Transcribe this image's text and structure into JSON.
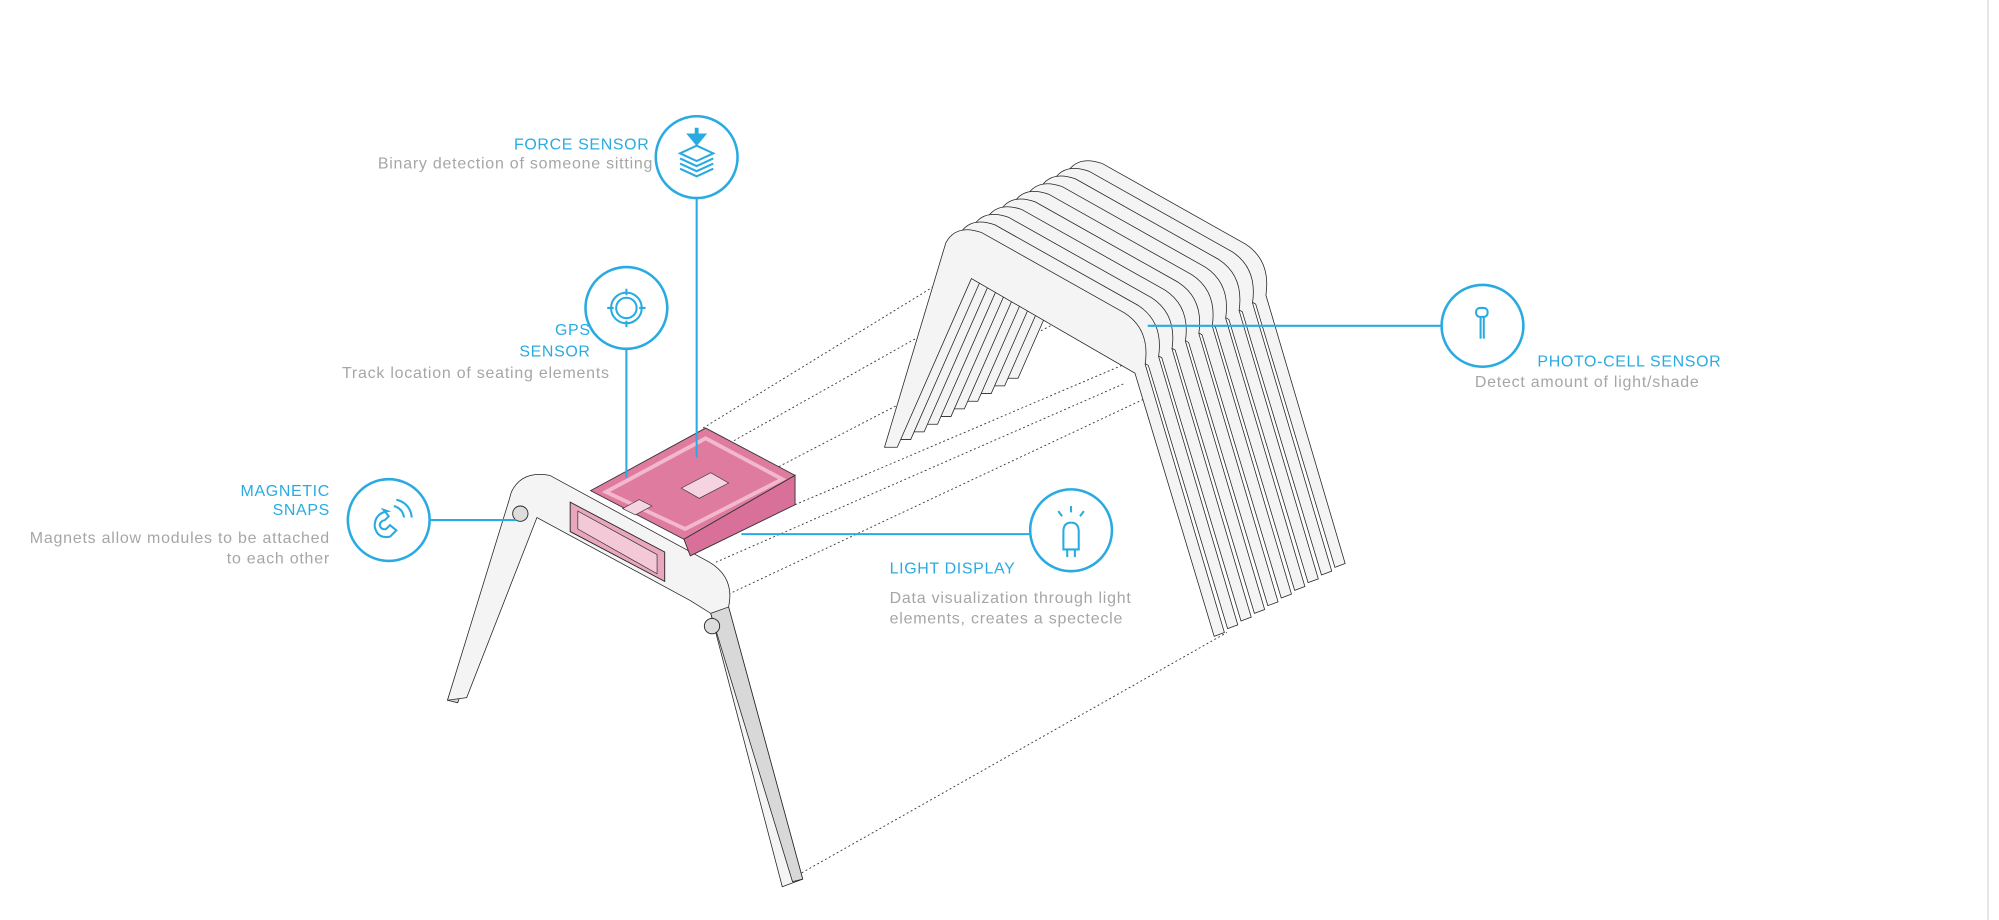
{
  "colors": {
    "accent": "#29abe2",
    "desc_text": "#a6a6a6",
    "module": "#e07ba0"
  },
  "callouts": {
    "force": {
      "title": "FORCE SENSOR",
      "desc": "Binary detection of someone sitting",
      "icon": "force-sensor-icon"
    },
    "gps": {
      "title_line1": "GPS",
      "title_line2": "SENSOR",
      "desc": "Track location of seating elements",
      "icon": "gps-target-icon"
    },
    "magnetic": {
      "title_line1": "MAGNETIC",
      "title_line2": "SNAPS",
      "desc_line1": "Magnets allow modules to be attached",
      "desc_line2": "to each other",
      "icon": "magnet-icon"
    },
    "light": {
      "title": "LIGHT DISPLAY",
      "desc_line1": "Data visualization through light",
      "desc_line2": "elements, creates a spectecle",
      "icon": "led-icon"
    },
    "photocell": {
      "title": "PHOTO-CELL SENSOR",
      "desc": "Detect amount of light/shade",
      "icon": "photocell-icon"
    }
  }
}
